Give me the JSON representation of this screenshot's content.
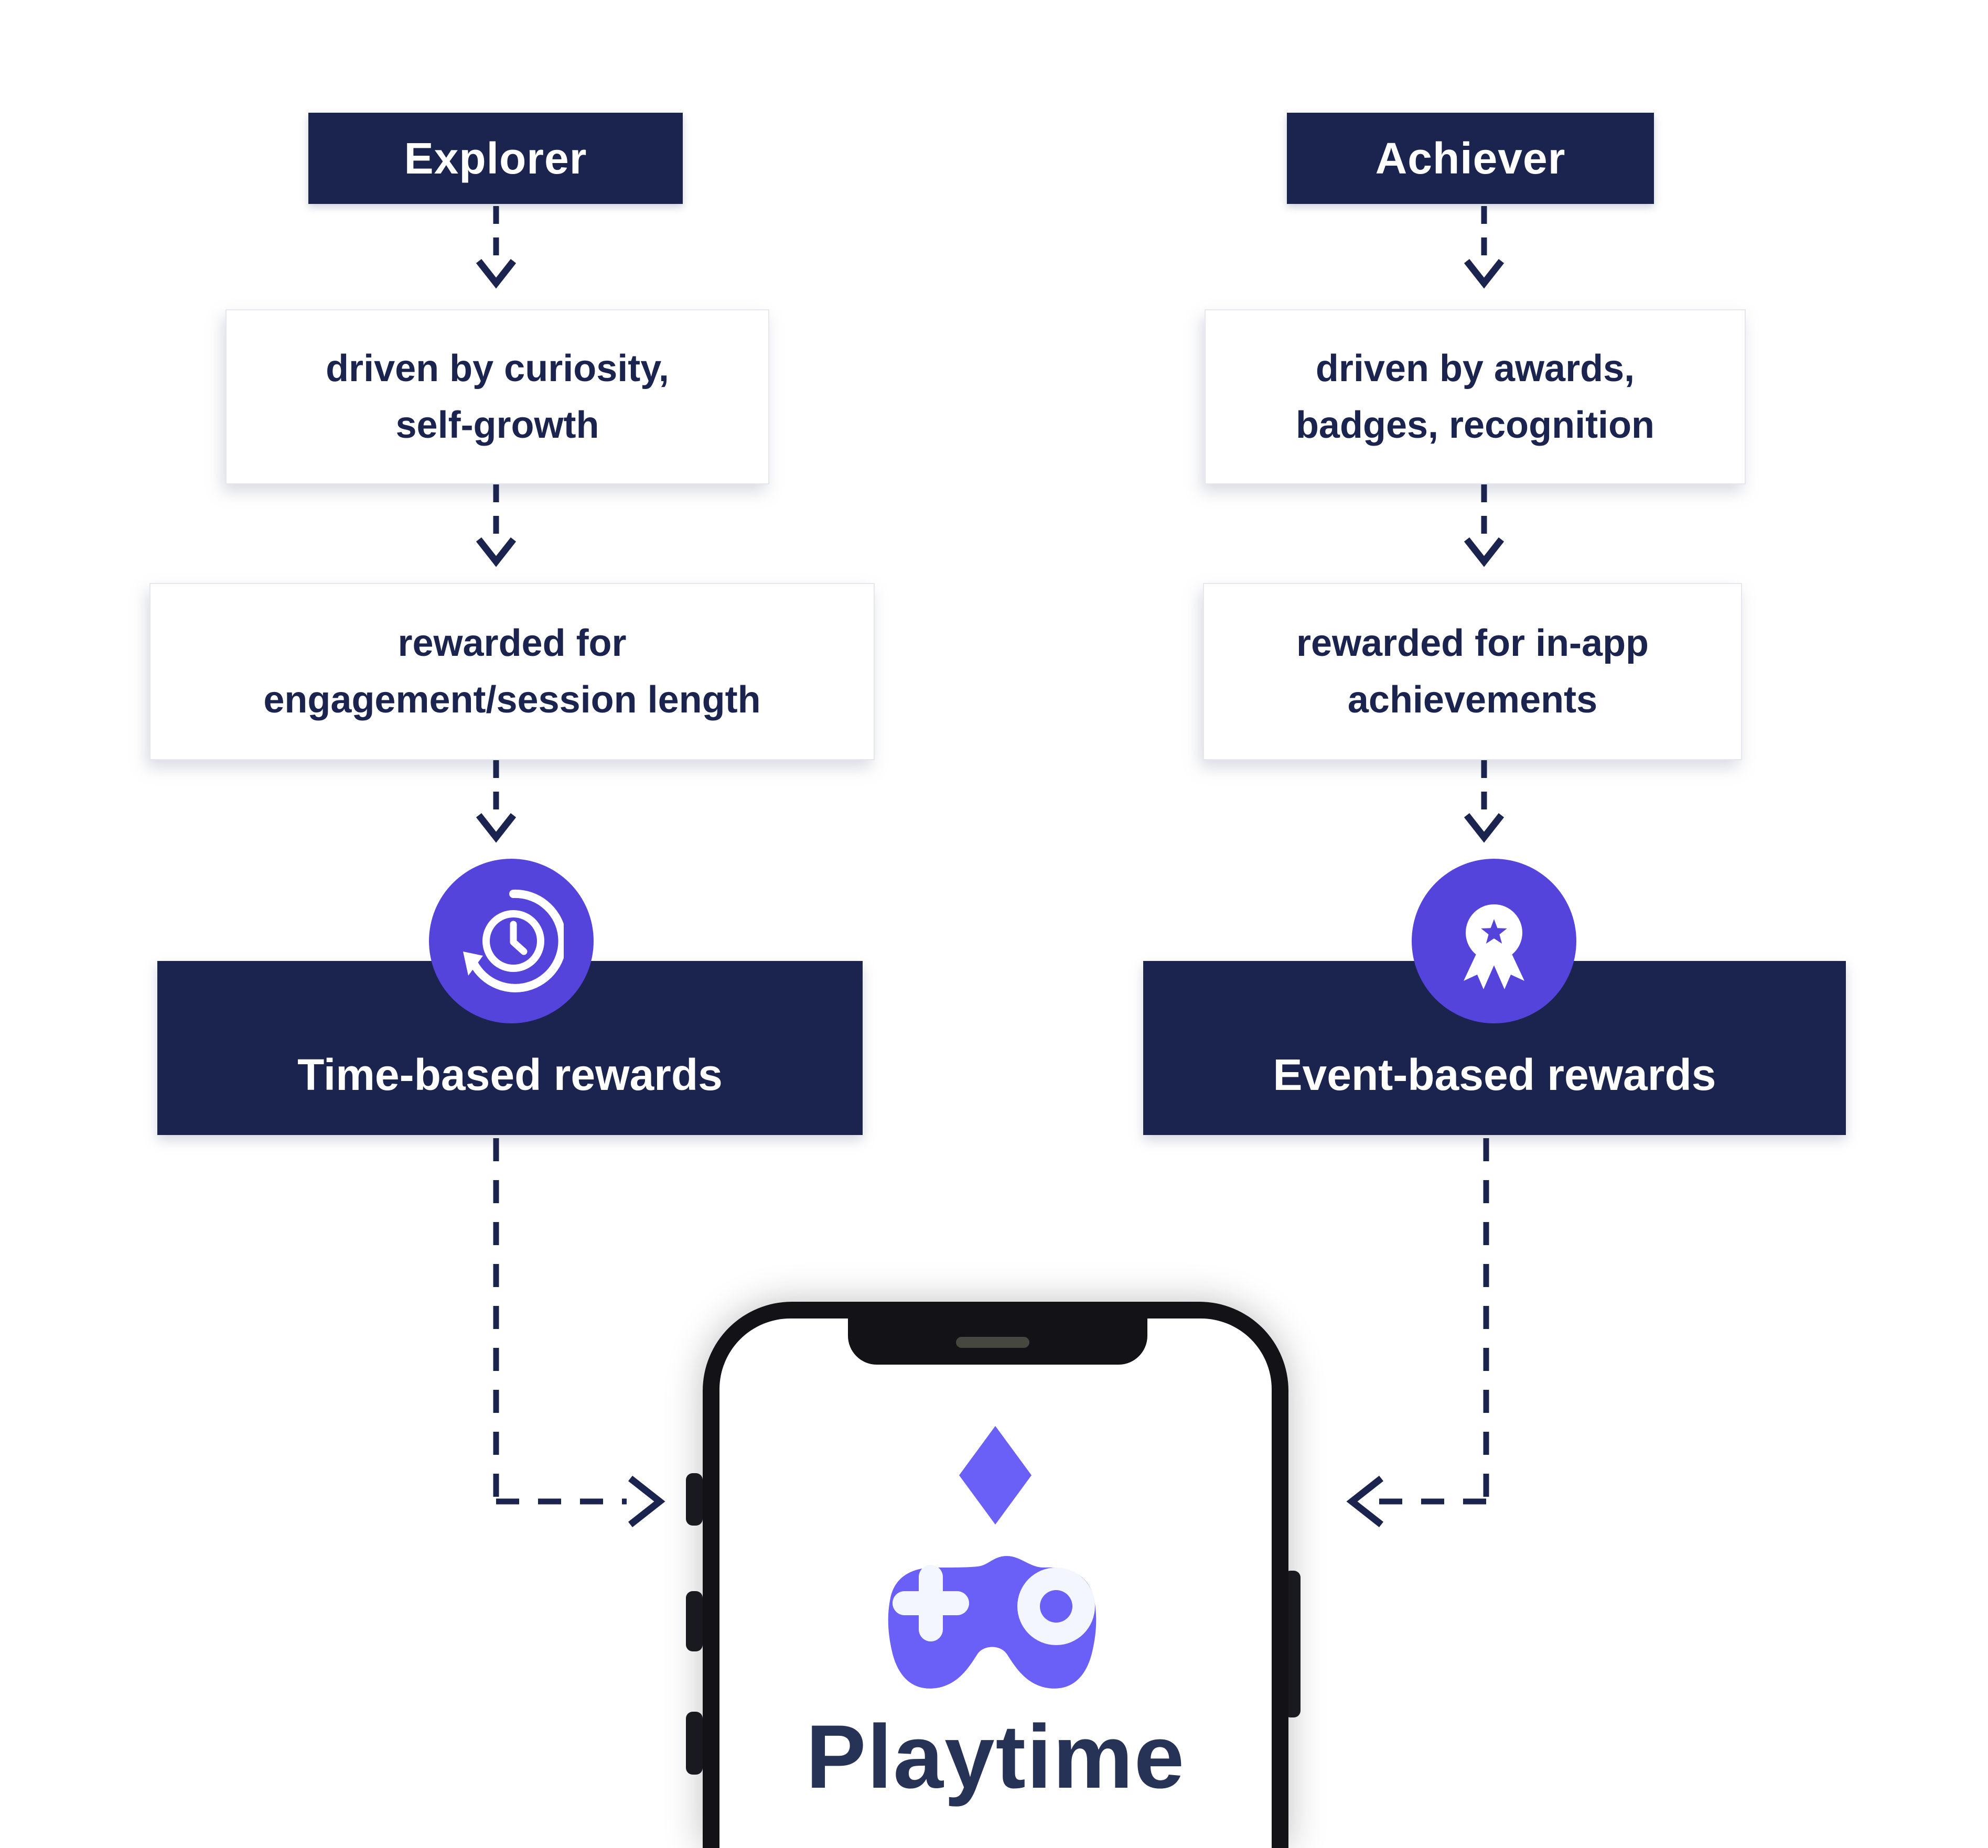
{
  "colors": {
    "navy": "#1a244e",
    "icon_circle_purple": "#5544db",
    "logo_purple": "#6a5ff7",
    "logo_text_navy": "#263357",
    "card_background": "#ffffff",
    "page_background": "#ffffff"
  },
  "columns": [
    {
      "header": "Explorer",
      "motivation_line1": "driven by curiosity,",
      "motivation_line2": "self-growth",
      "reward_line1": "rewarded for",
      "reward_line2": "engagement/session length",
      "outcome": "Time-based rewards",
      "icon": "clock-history"
    },
    {
      "header": "Achiever",
      "motivation_line1": "driven by awards,",
      "motivation_line2": "badges, recognition",
      "reward_line1": "rewarded for in-app",
      "reward_line2": "achievements",
      "outcome": "Event-based rewards",
      "icon": "award-ribbon"
    }
  ],
  "phone": {
    "app_name": "Playtime"
  }
}
